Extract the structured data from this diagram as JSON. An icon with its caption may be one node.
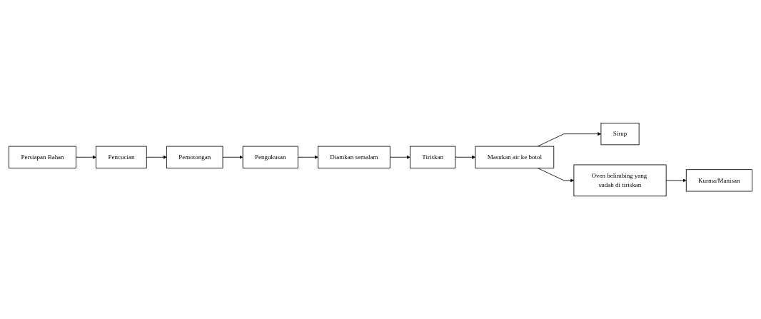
{
  "diagram": {
    "nodes": [
      {
        "text": [
          "Persiapan Bahan"
        ]
      },
      {
        "text": [
          "Pencucian"
        ]
      },
      {
        "text": [
          "Pemotongan"
        ]
      },
      {
        "text": [
          "Tiriskan"
        ]
      },
      {
        "text": [
          "Diamkan semalam"
        ]
      },
      {
        "text": [
          "Pengukusan"
        ]
      },
      {
        "text": [
          "Masukan air ke botol"
        ]
      },
      {
        "text": [
          "Sirup"
        ]
      },
      {
        "text": [
          "Oven belimbing yang sudah di tiriskan"
        ]
      },
      {
        "text": [
          "Kurma/Manisan"
        ]
      }
    ],
    "edges": [
      {
        "from": 0,
        "to": 1,
        "arrow": "to"
      },
      {
        "from": 1,
        "to": 2,
        "arrow": "to"
      },
      {
        "from": 2,
        "to": 5,
        "arrow": "to"
      },
      {
        "from": 5,
        "to": 4,
        "arrow": "to"
      },
      {
        "from": 4,
        "to": 3,
        "arrow": "to"
      },
      {
        "from": 3,
        "to": 6,
        "arrow": "to"
      },
      {
        "from": 6,
        "to": 7,
        "arrow": "to"
      },
      {
        "from": 6,
        "to": 8,
        "arrow": "to"
      },
      {
        "from": 8,
        "to": 9,
        "arrow": "to"
      }
    ]
  }
}
